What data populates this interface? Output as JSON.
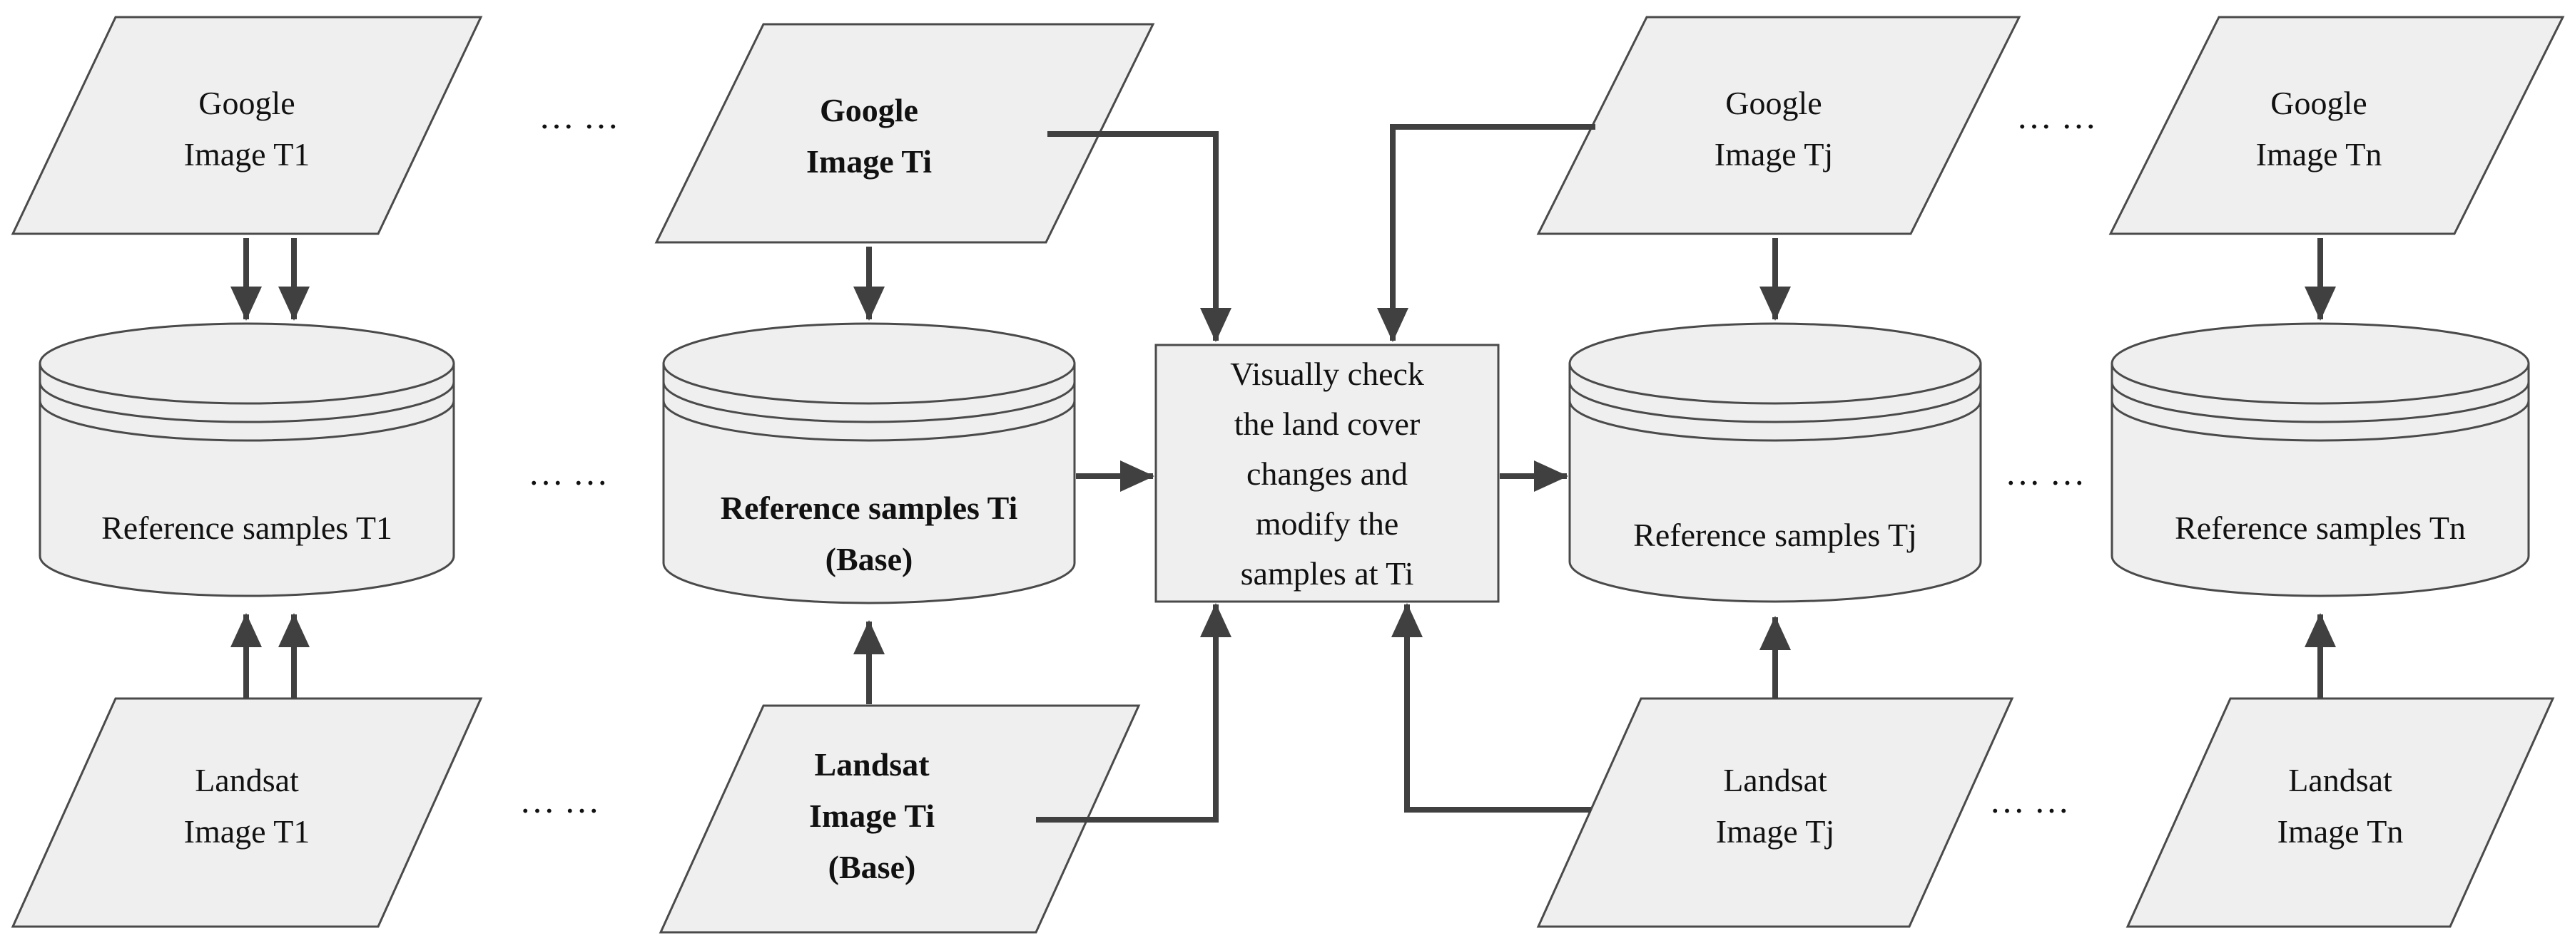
{
  "colors": {
    "shape_fill": "#efefef",
    "stroke": "#4a4a4a",
    "arrow": "#404040"
  },
  "google": [
    {
      "line1": "Google",
      "line2": "Image T1",
      "bold": false
    },
    {
      "line1": "Google",
      "line2": "Image Ti",
      "bold": true
    },
    {
      "line1": "Google",
      "line2": "Image Tj",
      "bold": false
    },
    {
      "line1": "Google",
      "line2": "Image Tn",
      "bold": false
    }
  ],
  "landsat": [
    {
      "line1": "Landsat",
      "line2": "Image T1",
      "bold": false
    },
    {
      "line1": "Landsat",
      "line2": "Image Ti",
      "line3": "(Base)",
      "bold": true
    },
    {
      "line1": "Landsat",
      "line2": "Image Tj",
      "bold": false
    },
    {
      "line1": "Landsat",
      "line2": "Image Tn",
      "bold": false
    }
  ],
  "samples": [
    {
      "line1": "Reference samples T1",
      "bold": false
    },
    {
      "line1": "Reference samples Ti",
      "line2": "(Base)",
      "bold": true
    },
    {
      "line1": "Reference samples Tj",
      "bold": false
    },
    {
      "line1": "Reference samples Tn",
      "bold": false
    }
  ],
  "process": {
    "lines": [
      "Visually check",
      "the land cover",
      "changes and",
      "modify the",
      "samples at Ti"
    ]
  },
  "ellipsis": "… …"
}
